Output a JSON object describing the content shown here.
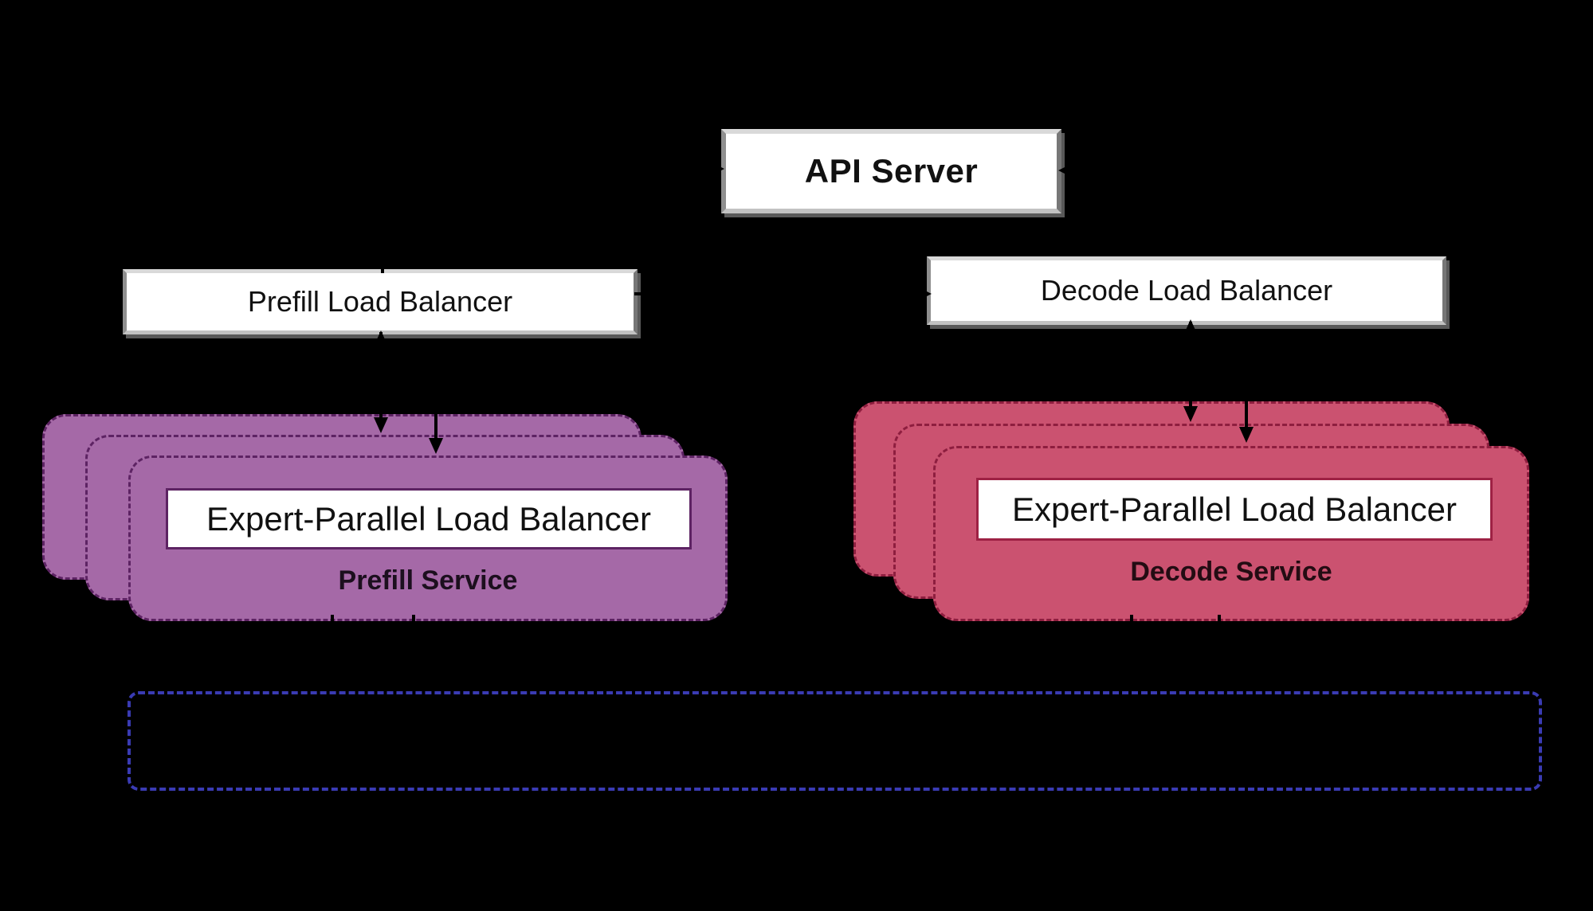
{
  "colors": {
    "background": "#000000",
    "arrow": "#000000",
    "box_fill": "#ffffff",
    "box_border": "#8f8f8f",
    "box_border_light": "#d9d9d9",
    "text": "#111111",
    "prefill_fill": "#a569a7",
    "prefill_border": "#5d2363",
    "prefill_label_color": "#1c0f1e",
    "decode_fill": "#cb5270",
    "decode_border": "#8e1e3f",
    "decode_eplb_border": "#9e2144",
    "decode_label_color": "#240c13",
    "worker_box_border": "#3a3bb3"
  },
  "diagram": {
    "api_server": {
      "label": "API Server"
    },
    "prefill_lb": {
      "label": "Prefill Load Balancer"
    },
    "decode_lb": {
      "label": "Decode Load Balancer"
    },
    "prefill_service": {
      "eplb_label": "Expert-Parallel Load Balancer",
      "service_label": "Prefill Service",
      "replica_count": 3
    },
    "decode_service": {
      "eplb_label": "Expert-Parallel Load Balancer",
      "service_label": "Decode Service",
      "replica_count": 3
    },
    "worker_pool": {
      "label": ""
    }
  }
}
